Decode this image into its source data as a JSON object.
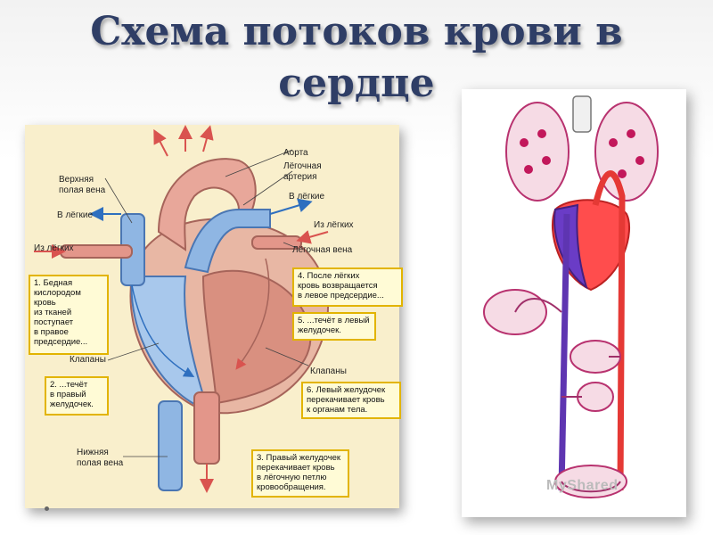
{
  "title": {
    "line1": "Схема потоков крови в",
    "line2": "сердце"
  },
  "heart": {
    "aorta": "Аорта",
    "pulmonary_artery": [
      "Лёгочная",
      "артерия"
    ],
    "superior_vena_cava": [
      "Верхняя",
      "полая вена"
    ],
    "to_lungs": "В лёгкие",
    "from_lungs": "Из лёгких",
    "pulmonary_vein": "Лёгочная вена",
    "valves": "Клапаны",
    "inferior_vena_cava": [
      "Нижняя",
      "полая вена"
    ],
    "notes": {
      "1": "1. Бедная\nкислородом\nкровь\nиз тканей\nпоступает\nв правое\nпредсердие...",
      "2": "2. ...течёт\nв правый\nжелудочек.",
      "3": "3. Правый желудочек\nперекачивает кровь\nв лёгочную петлю\nкровообращения.",
      "4": "4. После лёгких\nкровь возвращается\nв левое предсердие...",
      "5": "5. ...течёт в левый\nжелудочек.",
      "6": "6. Левый желудочек\nперекачивает кровь\nк органам тела."
    }
  },
  "watermark": "MyShared",
  "colors": {
    "title": "#2f3e66",
    "oxygenated": "#e53935",
    "deoxygenated": "#5e35b1",
    "callout_border": "#e2b400"
  }
}
